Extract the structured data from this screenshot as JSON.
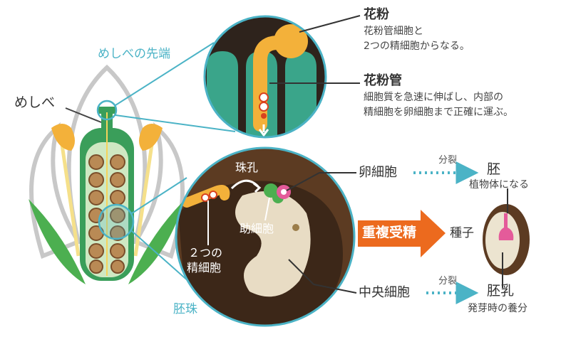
{
  "labels": {
    "stigma_tip": "めしべの先端",
    "pistil": "めしべ",
    "ovule": "胚珠",
    "pollen": "花粉",
    "pollen_desc_1": "花粉管細胞と",
    "pollen_desc_2": "2つの精細胞からなる。",
    "pollen_tube": "花粉管",
    "tube_desc_1": "細胞質を急速に伸ばし、内部の",
    "tube_desc_2": "精細胞を卵細胞まで正確に運ぶ。",
    "micropyle": "珠孔",
    "synergid": "助細胞",
    "sperm_1": "２つの",
    "sperm_2": "精細胞",
    "egg_cell": "卵細胞",
    "central_cell": "中央細胞",
    "division_1": "分裂",
    "division_2": "分裂",
    "embryo": "胚",
    "embryo_desc": "植物体になる",
    "endosperm": "胚乳",
    "endosperm_desc": "発芽時の養分",
    "double_fertilization": "重複受精",
    "seed": "種子"
  },
  "colors": {
    "teal": "#4bb3c6",
    "dark_brown": "#3a2a20",
    "orange_arrow": "#ec6a1e",
    "pollen_yellow": "#f3b13a",
    "green": "#4caf50",
    "pink": "#e45b9a"
  }
}
